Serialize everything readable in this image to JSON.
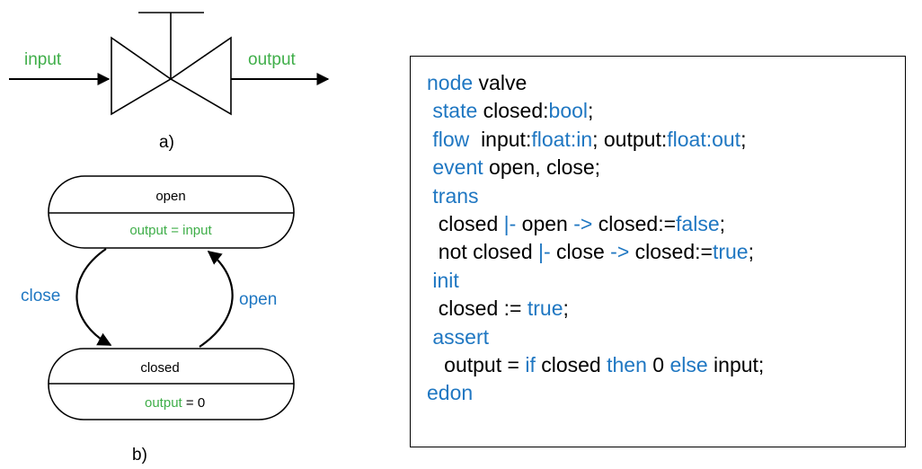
{
  "valve": {
    "input_label": "input",
    "output_label": "output",
    "caption": "a)"
  },
  "state_machine": {
    "open_state": {
      "name": "open",
      "action": "output = input"
    },
    "closed_state": {
      "name": "closed",
      "action_var": "output",
      "action_rest": " = 0"
    },
    "close_transition": "close",
    "open_transition": "open",
    "caption": "b)"
  },
  "code": {
    "l1": [
      "node",
      " valve"
    ],
    "l2": [
      "state",
      " closed:",
      "bool",
      ";"
    ],
    "l3": [
      "flow",
      "  input:",
      "float:in",
      "; output:",
      "float:out",
      ";"
    ],
    "l4": [
      "event",
      " open, close;"
    ],
    "l5": [
      "trans"
    ],
    "l6": [
      "closed ",
      "|-",
      " open ",
      "->",
      " closed:=",
      "false",
      ";"
    ],
    "l7": [
      "not closed ",
      "|-",
      " close ",
      "->",
      " closed:=",
      "true",
      ";"
    ],
    "l8": [
      "init"
    ],
    "l9": [
      "closed := ",
      "true",
      ";"
    ],
    "l10": [
      "assert"
    ],
    "l11": [
      "output = ",
      "if",
      " closed ",
      "then",
      " 0 ",
      "else",
      " input;"
    ],
    "l12": [
      "edon"
    ]
  },
  "colors": {
    "keyword": "#1f77c2",
    "highlight": "#3fae49",
    "line": "#000000"
  }
}
